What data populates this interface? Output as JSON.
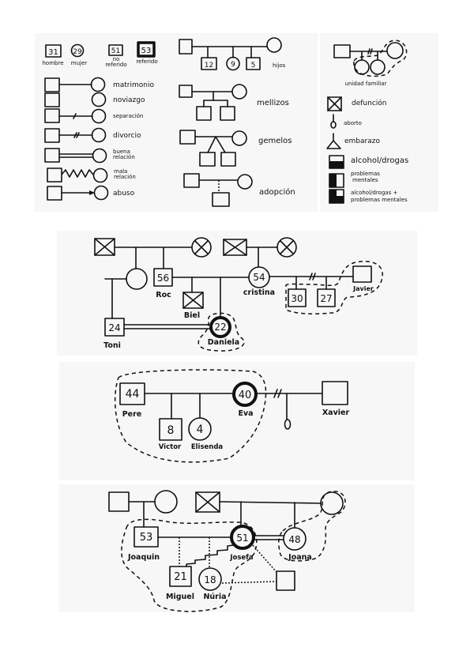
{
  "legend": {
    "symbols": {
      "man_age": "31",
      "man_label": "hombre",
      "woman_age": "29",
      "woman_label": "mujer",
      "not_referred_age": "51",
      "not_referred_label_1": "no",
      "not_referred_label_2": "referido",
      "referred_age": "53",
      "referred_label": "referido"
    },
    "relations": [
      "matrimonio",
      "noviazgo",
      "separación",
      "divorcio",
      "buena relación",
      "mala relación",
      "abuso"
    ],
    "relation_lines": [
      [
        "buena",
        "relación"
      ],
      [
        "mala",
        "relación"
      ]
    ],
    "children": {
      "ages": [
        "12",
        "9",
        "5"
      ],
      "label": "hijos"
    },
    "twins_fraternal": "mellizos",
    "twins_identical": "gemelos",
    "adoption": "adopción",
    "family_unit": "unidad familiar",
    "markers": {
      "death": "defunción",
      "abortion": "aborto",
      "pregnancy": "embarazo",
      "alcohol_drugs": "alcohol/drogas",
      "mental_1": "problemas",
      "mental_2": "mentales",
      "both_1": "alcohol/drogas +",
      "both_2": "problemas mentales"
    }
  },
  "genogram_1": {
    "roc": {
      "name": "Roc",
      "age": "56"
    },
    "cristina": {
      "name": "cristina",
      "age": "54"
    },
    "biel": {
      "name": "Biel"
    },
    "daniela": {
      "name": "Daniela",
      "age": "22"
    },
    "toni": {
      "name": "Toni",
      "age": "24"
    },
    "javier": {
      "name": "Javier"
    },
    "child_a": {
      "age": "30"
    },
    "child_b": {
      "age": "27"
    }
  },
  "genogram_2": {
    "pere": {
      "name": "Pere",
      "age": "44"
    },
    "eva": {
      "name": "Eva",
      "age": "40"
    },
    "victor": {
      "name": "Victor",
      "age": "8"
    },
    "elisenda": {
      "name": "Elisenda",
      "age": "4"
    },
    "xavier": {
      "name": "Xavier"
    }
  },
  "genogram_3": {
    "joaquin": {
      "name": "Joaquin",
      "age": "53"
    },
    "josefa": {
      "name": "Josefa",
      "age": "51"
    },
    "joana": {
      "name": "Joana",
      "age": "48"
    },
    "miguel": {
      "name": "Miguel",
      "age": "21"
    },
    "nuria": {
      "name": "Núria",
      "age": "18"
    }
  }
}
